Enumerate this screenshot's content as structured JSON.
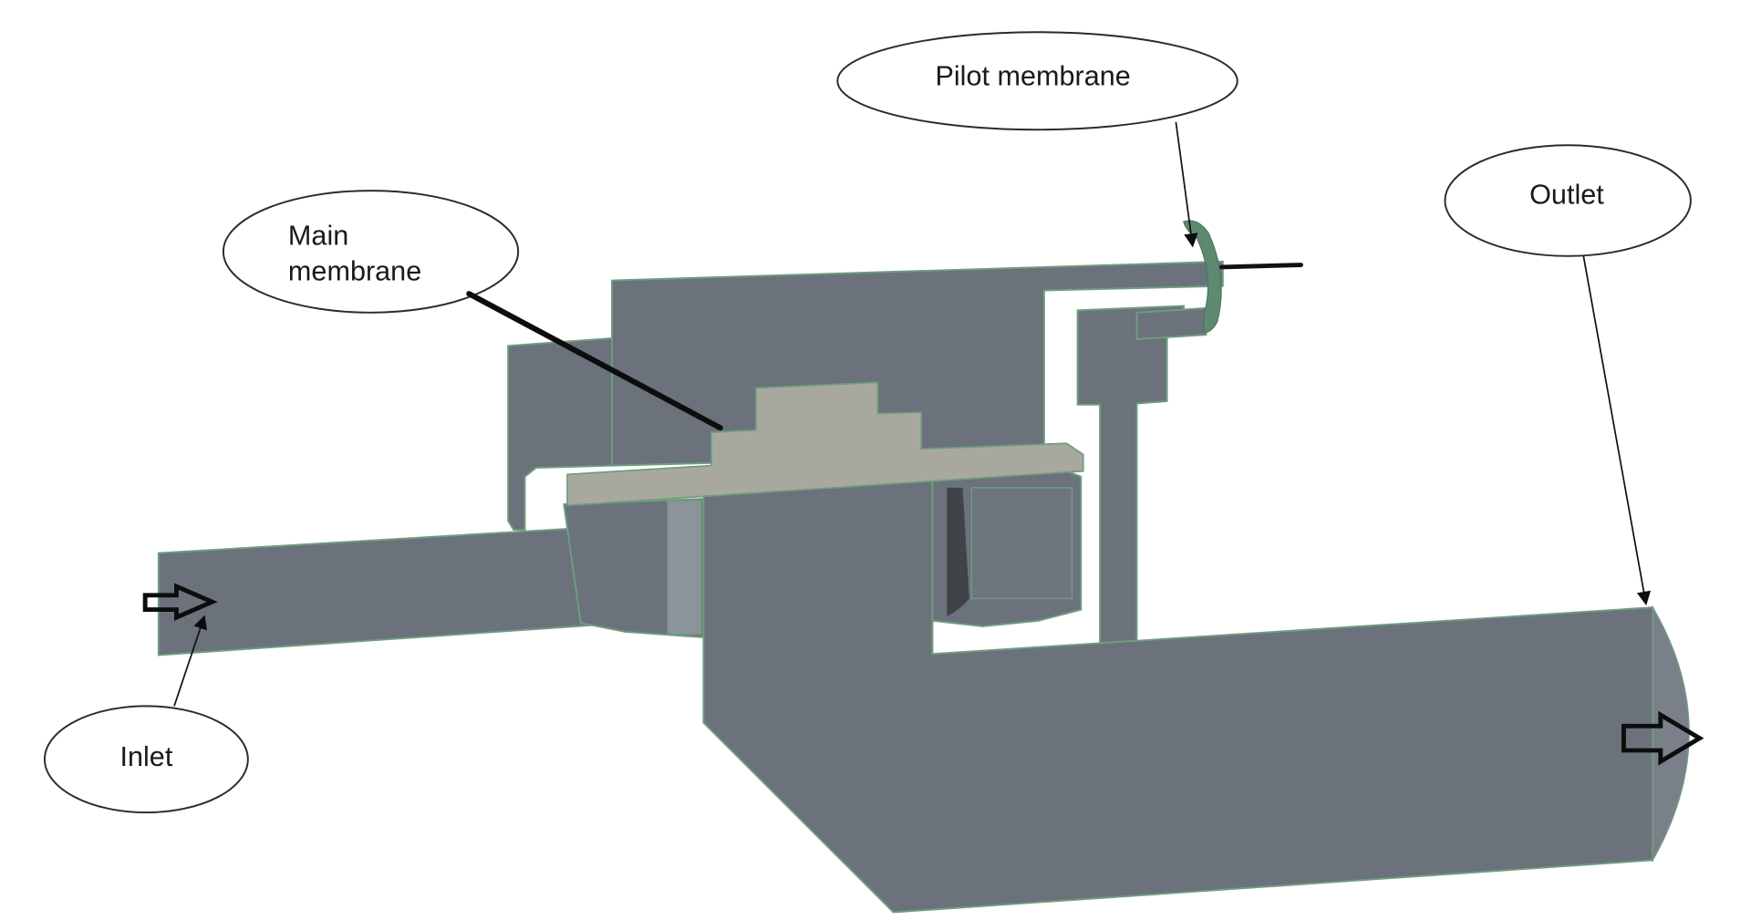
{
  "figure": {
    "type": "cad-cross-section",
    "subject": "pilot-operated valve flow domain",
    "colors": {
      "body": "#6b727b",
      "body_edge": "#6f9c80",
      "membrane": "#a9a89f",
      "pilot_membrane": "#5f8a72",
      "background": "#ffffff",
      "callout_stroke": "#2b2b2b",
      "text": "#1a1a1a"
    },
    "callouts": {
      "pilot_membrane": {
        "label": "Pilot membrane"
      },
      "main_membrane": {
        "line1": "Main",
        "line2": "membrane"
      },
      "outlet": {
        "label": "Outlet"
      },
      "inlet": {
        "label": "Inlet"
      }
    },
    "flow_arrows": [
      {
        "name": "inlet-flow",
        "direction": "right"
      },
      {
        "name": "outlet-flow",
        "direction": "right"
      }
    ]
  }
}
